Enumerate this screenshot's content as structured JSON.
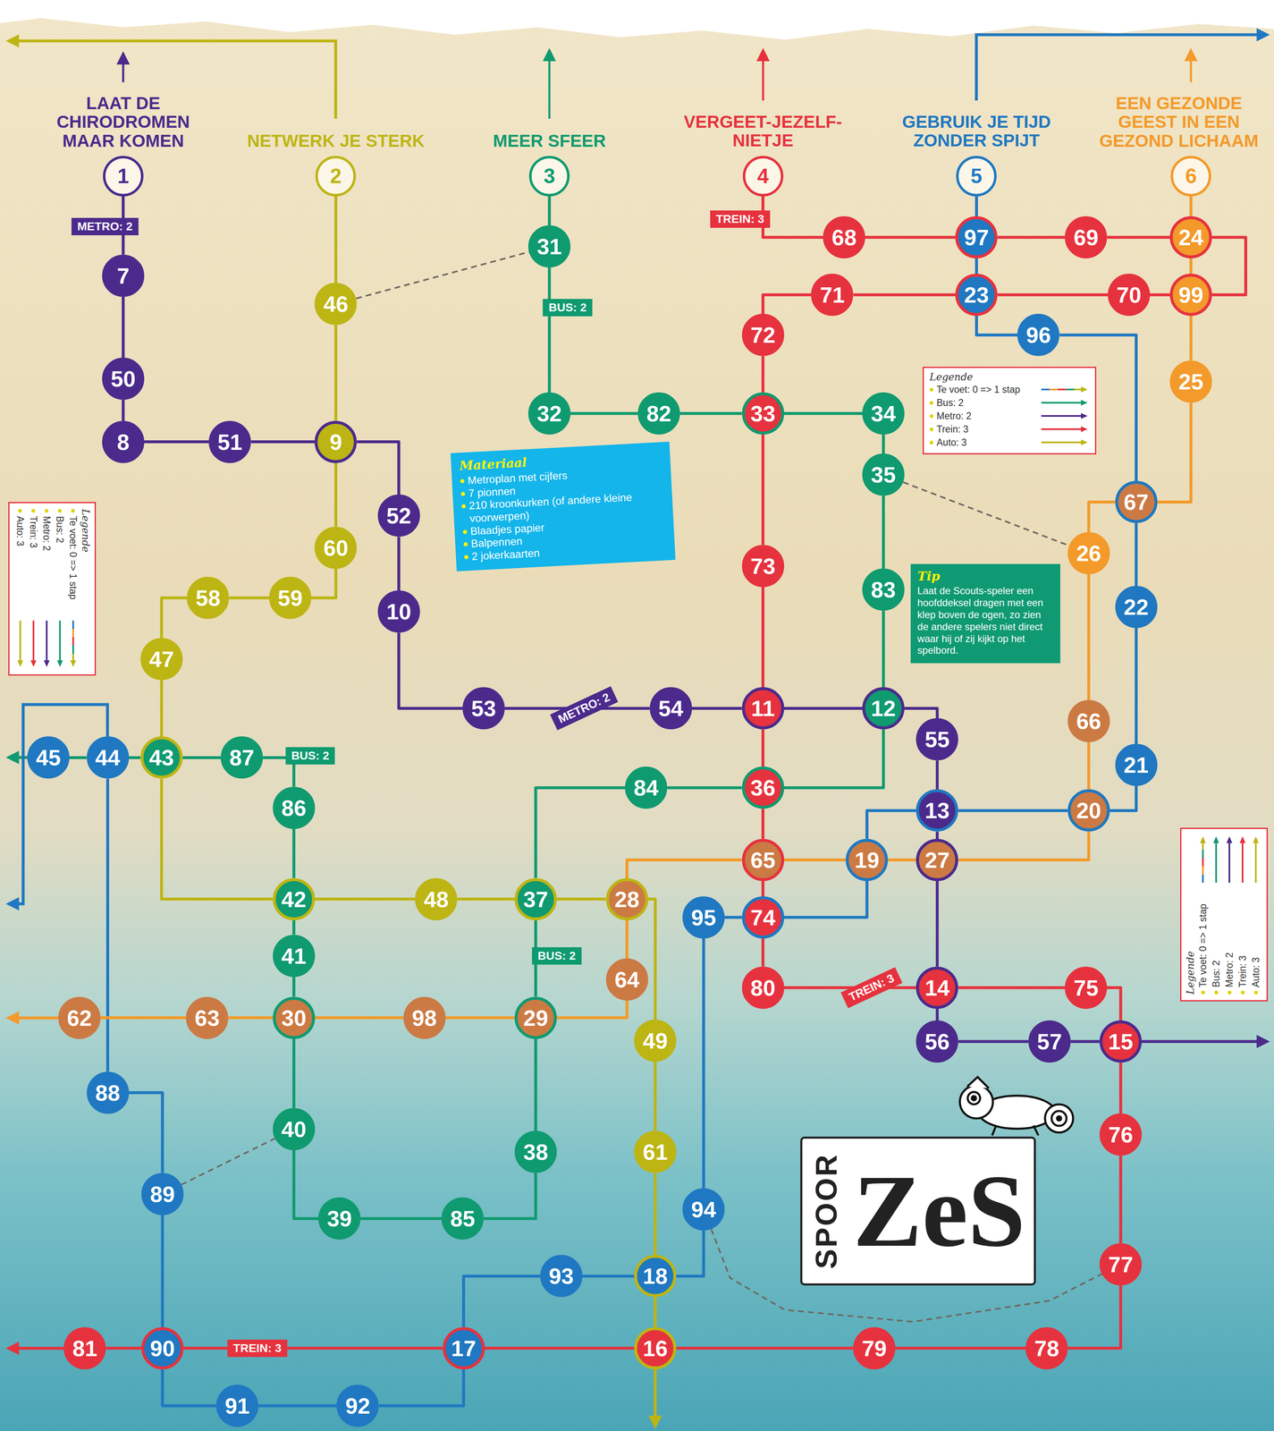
{
  "diagram": {
    "nodes": [
      {
        "text": [
          "LAAT DE CHIRODROMEN MAAR KOMEN",
          "1"
        ]
      },
      {
        "text": [
          "NETWERK JE STERK",
          "2"
        ]
      },
      {
        "text": [
          "MEER SFEER",
          "3"
        ]
      },
      {
        "text": [
          "VERGEET-JEZELF-NIETJE",
          "4"
        ]
      },
      {
        "text": [
          "GEBRUIK JE TIJD ZONDER SPIJT",
          "5"
        ]
      },
      {
        "text": [
          "EEN GEZONDE GEEST IN EEN GEZOND LICHAAM",
          "6"
        ]
      },
      {
        "text": [
          "7"
        ]
      },
      {
        "text": [
          "31"
        ]
      },
      {
        "text": [
          "68"
        ]
      },
      {
        "text": [
          "97"
        ]
      },
      {
        "text": [
          "69"
        ]
      },
      {
        "text": [
          "24"
        ]
      },
      {
        "text": [
          "46"
        ]
      },
      {
        "text": [
          "71"
        ]
      },
      {
        "text": [
          "23"
        ]
      },
      {
        "text": [
          "70"
        ]
      },
      {
        "text": [
          "99"
        ]
      },
      {
        "text": [
          "72"
        ]
      },
      {
        "text": [
          "96"
        ]
      },
      {
        "text": [
          "50"
        ]
      },
      {
        "text": [
          "25"
        ]
      },
      {
        "text": [
          "8"
        ]
      },
      {
        "text": [
          "51"
        ]
      },
      {
        "text": [
          "9"
        ]
      },
      {
        "text": [
          "32"
        ]
      },
      {
        "text": [
          "82"
        ]
      },
      {
        "text": [
          "33"
        ]
      },
      {
        "text": [
          "34"
        ]
      },
      {
        "text": [
          "35"
        ]
      },
      {
        "text": [
          "67"
        ]
      },
      {
        "text": [
          "52"
        ]
      },
      {
        "text": [
          "60"
        ]
      },
      {
        "text": [
          "26"
        ]
      },
      {
        "text": [
          "73"
        ]
      },
      {
        "text": [
          "83"
        ]
      },
      {
        "text": [
          "58"
        ]
      },
      {
        "text": [
          "59"
        ]
      },
      {
        "text": [
          "22"
        ]
      },
      {
        "text": [
          "10"
        ]
      },
      {
        "text": [
          "47"
        ]
      },
      {
        "text": [
          "53"
        ]
      },
      {
        "text": [
          "54"
        ]
      },
      {
        "text": [
          "11"
        ]
      },
      {
        "text": [
          "12"
        ]
      },
      {
        "text": [
          "66"
        ]
      },
      {
        "text": [
          "55"
        ]
      },
      {
        "text": [
          "45"
        ]
      },
      {
        "text": [
          "44"
        ]
      },
      {
        "text": [
          "43"
        ]
      },
      {
        "text": [
          "87"
        ]
      },
      {
        "text": [
          "21"
        ]
      },
      {
        "text": [
          "84"
        ]
      },
      {
        "text": [
          "36"
        ]
      },
      {
        "text": [
          "86"
        ]
      },
      {
        "text": [
          "13"
        ]
      },
      {
        "text": [
          "20"
        ]
      },
      {
        "text": [
          "65"
        ]
      },
      {
        "text": [
          "19"
        ]
      },
      {
        "text": [
          "27"
        ]
      },
      {
        "text": [
          "42"
        ]
      },
      {
        "text": [
          "48"
        ]
      },
      {
        "text": [
          "37"
        ]
      },
      {
        "text": [
          "28"
        ]
      },
      {
        "text": [
          "95"
        ]
      },
      {
        "text": [
          "74"
        ]
      },
      {
        "text": [
          "41"
        ]
      },
      {
        "text": [
          "64"
        ]
      },
      {
        "text": [
          "14"
        ]
      },
      {
        "text": [
          "80"
        ]
      },
      {
        "text": [
          "75"
        ]
      },
      {
        "text": [
          "62"
        ]
      },
      {
        "text": [
          "63"
        ]
      },
      {
        "text": [
          "30"
        ]
      },
      {
        "text": [
          "98"
        ]
      },
      {
        "text": [
          "29"
        ]
      },
      {
        "text": [
          "49"
        ]
      },
      {
        "text": [
          "56"
        ]
      },
      {
        "text": [
          "57"
        ]
      },
      {
        "text": [
          "15"
        ]
      },
      {
        "text": [
          "88"
        ]
      },
      {
        "text": [
          "40"
        ]
      },
      {
        "text": [
          "76"
        ]
      },
      {
        "text": [
          "38"
        ]
      },
      {
        "text": [
          "61"
        ]
      },
      {
        "text": [
          "89"
        ]
      },
      {
        "text": [
          "39"
        ]
      },
      {
        "text": [
          "85"
        ]
      },
      {
        "text": [
          "94"
        ]
      },
      {
        "text": [
          "77"
        ]
      },
      {
        "text": [
          "18"
        ]
      },
      {
        "text": [
          "93"
        ]
      },
      {
        "text": [
          "81"
        ]
      },
      {
        "text": [
          "90"
        ]
      },
      {
        "text": [
          "17"
        ]
      },
      {
        "text": [
          "16"
        ]
      },
      {
        "text": [
          "79"
        ]
      },
      {
        "text": [
          "78"
        ]
      },
      {
        "text": [
          "91"
        ]
      },
      {
        "text": [
          "92"
        ]
      },
      {
        "text": [
          "Materiaal",
          "Metroplan met cijfers",
          "7 pionnen",
          "210 kroonkurken (of andere kleine voorwerpen)",
          "Blaadjes papier",
          "Balpennen",
          "2 jokerkaarten"
        ]
      },
      {
        "text": [
          "Tip",
          "Laat de Scouts-speler een hoofddeksel dragen met een klep boven de ogen, zo zien de andere spelers niet direct waar hij of zij kijkt op het spelbord."
        ]
      },
      {
        "text": [
          "SPOOR",
          "ZeS"
        ]
      }
    ],
    "edges": [
      {
        "from": 0,
        "to": 6,
        "arrow": "none",
        "label": "METRO: 2"
      },
      {
        "from": 6,
        "to": 19,
        "arrow": "none"
      },
      {
        "from": 19,
        "to": 21,
        "arrow": "none"
      },
      {
        "from": 21,
        "to": 22,
        "arrow": "none"
      },
      {
        "from": 22,
        "to": 23,
        "arrow": "none"
      },
      {
        "from": 23,
        "to": 30,
        "arrow": "none"
      },
      {
        "from": 30,
        "to": 38,
        "arrow": "none"
      },
      {
        "from": 38,
        "to": 40,
        "arrow": "none"
      },
      {
        "from": 40,
        "to": 41,
        "arrow": "none",
        "label": "METRO: 2"
      },
      {
        "from": 41,
        "to": 42,
        "arrow": "none"
      },
      {
        "from": 42,
        "to": 43,
        "arrow": "none"
      },
      {
        "from": 43,
        "to": 45,
        "arrow": "none"
      },
      {
        "from": 45,
        "to": 54,
        "arrow": "none"
      },
      {
        "from": 54,
        "to": 58,
        "arrow": "none"
      },
      {
        "from": 58,
        "to": 67,
        "arrow": "none"
      },
      {
        "from": 67,
        "to": 76,
        "arrow": "none"
      },
      {
        "from": 76,
        "to": 77,
        "arrow": "none"
      },
      {
        "from": 77,
        "to": 78,
        "arrow": "none"
      },
      {
        "from": 1,
        "to": 12,
        "arrow": "none"
      },
      {
        "from": 12,
        "to": 23,
        "arrow": "none"
      },
      {
        "from": 23,
        "to": 31,
        "arrow": "none"
      },
      {
        "from": 31,
        "to": 36,
        "arrow": "none"
      },
      {
        "from": 36,
        "to": 35,
        "arrow": "none"
      },
      {
        "from": 35,
        "to": 39,
        "arrow": "none"
      },
      {
        "from": 39,
        "to": 48,
        "arrow": "none"
      },
      {
        "from": 48,
        "to": 59,
        "arrow": "none"
      },
      {
        "from": 59,
        "to": 60,
        "arrow": "none"
      },
      {
        "from": 60,
        "to": 61,
        "arrow": "none"
      },
      {
        "from": 61,
        "to": 62,
        "arrow": "none"
      },
      {
        "from": 62,
        "to": 75,
        "arrow": "none"
      },
      {
        "from": 75,
        "to": 83,
        "arrow": "none"
      },
      {
        "from": 83,
        "to": 89,
        "arrow": "none"
      },
      {
        "from": 89,
        "to": 94,
        "arrow": "none"
      },
      {
        "from": 2,
        "to": 7,
        "arrow": "none"
      },
      {
        "from": 7,
        "to": 24,
        "arrow": "none",
        "label": "BUS: 2"
      },
      {
        "from": 24,
        "to": 25,
        "arrow": "none"
      },
      {
        "from": 25,
        "to": 26,
        "arrow": "none"
      },
      {
        "from": 26,
        "to": 27,
        "arrow": "none"
      },
      {
        "from": 27,
        "to": 28,
        "arrow": "none"
      },
      {
        "from": 28,
        "to": 34,
        "arrow": "none"
      },
      {
        "from": 34,
        "to": 43,
        "arrow": "none"
      },
      {
        "from": 43,
        "to": 52,
        "arrow": "none"
      },
      {
        "from": 52,
        "to": 51,
        "arrow": "none"
      },
      {
        "from": 51,
        "to": 61,
        "arrow": "none"
      },
      {
        "from": 61,
        "to": 74,
        "arrow": "none",
        "label": "BUS: 2"
      },
      {
        "from": 74,
        "to": 82,
        "arrow": "none"
      },
      {
        "from": 82,
        "to": 86,
        "arrow": "none"
      },
      {
        "from": 86,
        "to": 85,
        "arrow": "none"
      },
      {
        "from": 85,
        "to": 80,
        "arrow": "none"
      },
      {
        "from": 80,
        "to": 72,
        "arrow": "none"
      },
      {
        "from": 72,
        "to": 65,
        "arrow": "none"
      },
      {
        "from": 65,
        "to": 59,
        "arrow": "none"
      },
      {
        "from": 59,
        "to": 53,
        "arrow": "none"
      },
      {
        "from": 53,
        "to": 49,
        "arrow": "none",
        "label": "BUS: 2"
      },
      {
        "from": 49,
        "to": 48,
        "arrow": "none"
      },
      {
        "from": 48,
        "to": 47,
        "arrow": "none"
      },
      {
        "from": 47,
        "to": 46,
        "arrow": "none"
      },
      {
        "from": 3,
        "to": 8,
        "arrow": "none",
        "label": "TREIN: 3"
      },
      {
        "from": 8,
        "to": 9,
        "arrow": "none"
      },
      {
        "from": 9,
        "to": 10,
        "arrow": "none"
      },
      {
        "from": 10,
        "to": 11,
        "arrow": "none"
      },
      {
        "from": 11,
        "to": 16,
        "arrow": "none"
      },
      {
        "from": 16,
        "to": 15,
        "arrow": "none"
      },
      {
        "from": 15,
        "to": 14,
        "arrow": "none"
      },
      {
        "from": 14,
        "to": 13,
        "arrow": "none"
      },
      {
        "from": 13,
        "to": 17,
        "arrow": "none"
      },
      {
        "from": 17,
        "to": 26,
        "arrow": "none"
      },
      {
        "from": 26,
        "to": 33,
        "arrow": "none"
      },
      {
        "from": 33,
        "to": 42,
        "arrow": "none"
      },
      {
        "from": 42,
        "to": 52,
        "arrow": "none"
      },
      {
        "from": 52,
        "to": 56,
        "arrow": "none"
      },
      {
        "from": 56,
        "to": 64,
        "arrow": "none"
      },
      {
        "from": 64,
        "to": 68,
        "arrow": "none"
      },
      {
        "from": 68,
        "to": 67,
        "arrow": "none",
        "label": "TREIN: 3"
      },
      {
        "from": 67,
        "to": 69,
        "arrow": "none"
      },
      {
        "from": 69,
        "to": 78,
        "arrow": "none"
      },
      {
        "from": 78,
        "to": 81,
        "arrow": "none"
      },
      {
        "from": 81,
        "to": 88,
        "arrow": "none"
      },
      {
        "from": 88,
        "to": 96,
        "arrow": "none"
      },
      {
        "from": 96,
        "to": 95,
        "arrow": "none"
      },
      {
        "from": 95,
        "to": 94,
        "arrow": "none"
      },
      {
        "from": 94,
        "to": 93,
        "arrow": "none"
      },
      {
        "from": 93,
        "to": 92,
        "arrow": "none",
        "label": "TREIN: 3"
      },
      {
        "from": 92,
        "to": 91,
        "arrow": "none"
      },
      {
        "from": 4,
        "to": 9,
        "arrow": "none"
      },
      {
        "from": 9,
        "to": 14,
        "arrow": "none"
      },
      {
        "from": 14,
        "to": 18,
        "arrow": "none"
      },
      {
        "from": 18,
        "to": 29,
        "arrow": "none"
      },
      {
        "from": 29,
        "to": 37,
        "arrow": "none"
      },
      {
        "from": 37,
        "to": 50,
        "arrow": "none"
      },
      {
        "from": 50,
        "to": 55,
        "arrow": "none"
      },
      {
        "from": 55,
        "to": 54,
        "arrow": "none"
      },
      {
        "from": 54,
        "to": 57,
        "arrow": "none"
      },
      {
        "from": 57,
        "to": 64,
        "arrow": "none"
      },
      {
        "from": 64,
        "to": 63,
        "arrow": "none"
      },
      {
        "from": 63,
        "to": 87,
        "arrow": "none"
      },
      {
        "from": 87,
        "to": 89,
        "arrow": "none"
      },
      {
        "from": 89,
        "to": 90,
        "arrow": "none"
      },
      {
        "from": 90,
        "to": 93,
        "arrow": "none"
      },
      {
        "from": 93,
        "to": 98,
        "arrow": "none"
      },
      {
        "from": 98,
        "to": 97,
        "arrow": "none"
      },
      {
        "from": 97,
        "to": 92,
        "arrow": "none"
      },
      {
        "from": 92,
        "to": 84,
        "arrow": "none"
      },
      {
        "from": 84,
        "to": 79,
        "arrow": "none"
      },
      {
        "from": 79,
        "to": 47,
        "arrow": "none"
      },
      {
        "from": 5,
        "to": 11,
        "arrow": "none"
      },
      {
        "from": 11,
        "to": 16,
        "arrow": "none"
      },
      {
        "from": 16,
        "to": 20,
        "arrow": "none"
      },
      {
        "from": 20,
        "to": 29,
        "arrow": "none"
      },
      {
        "from": 29,
        "to": 32,
        "arrow": "none"
      },
      {
        "from": 32,
        "to": 44,
        "arrow": "none"
      },
      {
        "from": 44,
        "to": 55,
        "arrow": "none"
      },
      {
        "from": 55,
        "to": 58,
        "arrow": "none"
      },
      {
        "from": 58,
        "to": 57,
        "arrow": "none"
      },
      {
        "from": 57,
        "to": 56,
        "arrow": "none"
      },
      {
        "from": 56,
        "to": 62,
        "arrow": "none"
      },
      {
        "from": 62,
        "to": 66,
        "arrow": "none"
      },
      {
        "from": 66,
        "to": 74,
        "arrow": "none"
      },
      {
        "from": 74,
        "to": 73,
        "arrow": "none"
      },
      {
        "from": 73,
        "to": 72,
        "arrow": "none"
      },
      {
        "from": 72,
        "to": 71,
        "arrow": "none"
      },
      {
        "from": 71,
        "to": 70,
        "arrow": "none"
      },
      {
        "from": 12,
        "to": 7,
        "arrow": "none"
      },
      {
        "from": 28,
        "to": 32,
        "arrow": "none"
      },
      {
        "from": 84,
        "to": 80,
        "arrow": "none"
      },
      {
        "from": 87,
        "to": 88,
        "arrow": "none"
      }
    ],
    "labels": [
      "Legende",
      "Legende",
      "Legende"
    ],
    "legend": [
      {
        "text": "Te voet: 0 => 1 stap"
      },
      {
        "text": "Bus: 2",
        "color": "#0f9a6f"
      },
      {
        "text": "Metro: 2",
        "color": "#4b2a8c"
      },
      {
        "text": "Trein: 3",
        "color": "#e6323e"
      },
      {
        "text": "Auto: 3",
        "color": "#bdb514"
      },
      {
        "text": "Te voet: 0 => 1 stap"
      },
      {
        "text": "Bus: 2",
        "color": "#0f9a6f"
      },
      {
        "text": "Metro: 2",
        "color": "#4b2a8c"
      },
      {
        "text": "Trein: 3",
        "color": "#e6323e"
      },
      {
        "text": "Auto: 3",
        "color": "#bdb514"
      },
      {
        "text": "Te voet: 0 => 1 stap"
      },
      {
        "text": "Bus: 2",
        "color": "#0f9a6f"
      },
      {
        "text": "Metro: 2",
        "color": "#4b2a8c"
      },
      {
        "text": "Trein: 3",
        "color": "#e6323e"
      },
      {
        "text": "Auto: 3",
        "color": "#bdb514"
      }
    ]
  }
}
